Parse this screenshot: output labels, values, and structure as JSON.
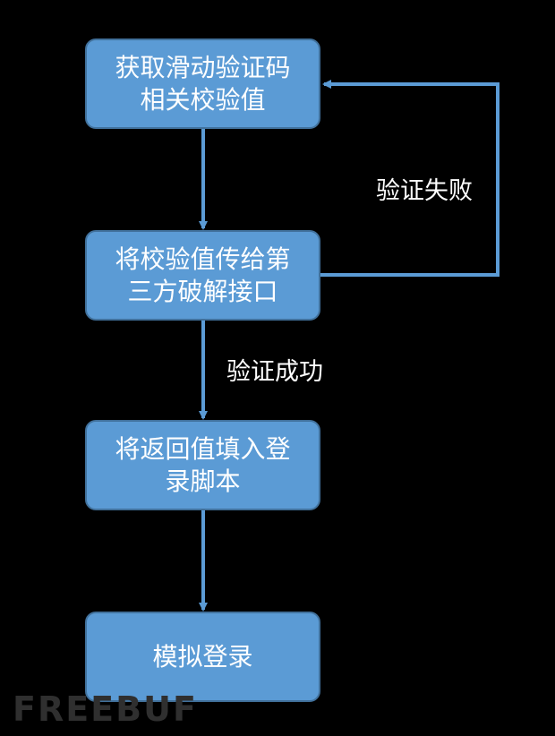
{
  "boxes": [
    {
      "line1": "获取滑动验证码",
      "line2": "相关校验值"
    },
    {
      "line1": "将校验值传给第",
      "line2": "三方破解接口"
    },
    {
      "line1": "将返回值填入登",
      "line2": "录脚本"
    },
    {
      "line1": "模拟登录"
    }
  ],
  "edges": {
    "retry_label": "验证失败",
    "success_label": "验证成功"
  },
  "watermark": "FREEBUF",
  "colors": {
    "background": "#000000",
    "box_fill": "#5b9bd5",
    "box_border": "#41719c",
    "arrow": "#5b9bd5",
    "text": "#ffffff"
  }
}
